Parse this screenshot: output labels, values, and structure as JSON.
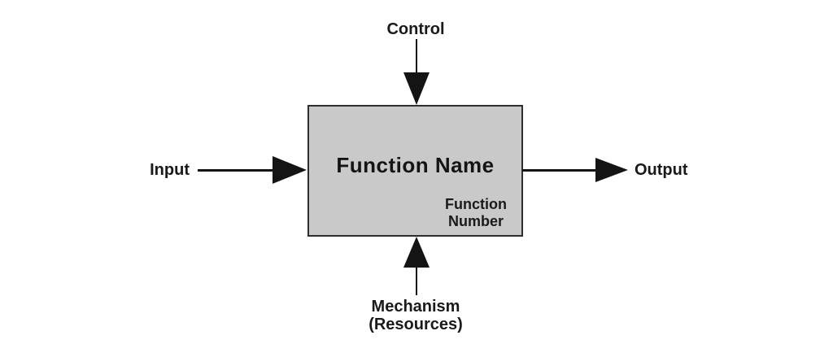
{
  "diagram": {
    "control_label": "Control",
    "input_label": "Input",
    "output_label": "Output",
    "mechanism_label": "Mechanism",
    "mechanism_sublabel": "(Resources)",
    "function_name": "Function Name",
    "function_number": "Function\nNumber",
    "colors": {
      "background": "#ffffff",
      "box_fill": "#c9c9c9",
      "box_border": "#2e2e2e",
      "arrow_and_line": "#141414",
      "text": "#1a1a1a"
    }
  }
}
